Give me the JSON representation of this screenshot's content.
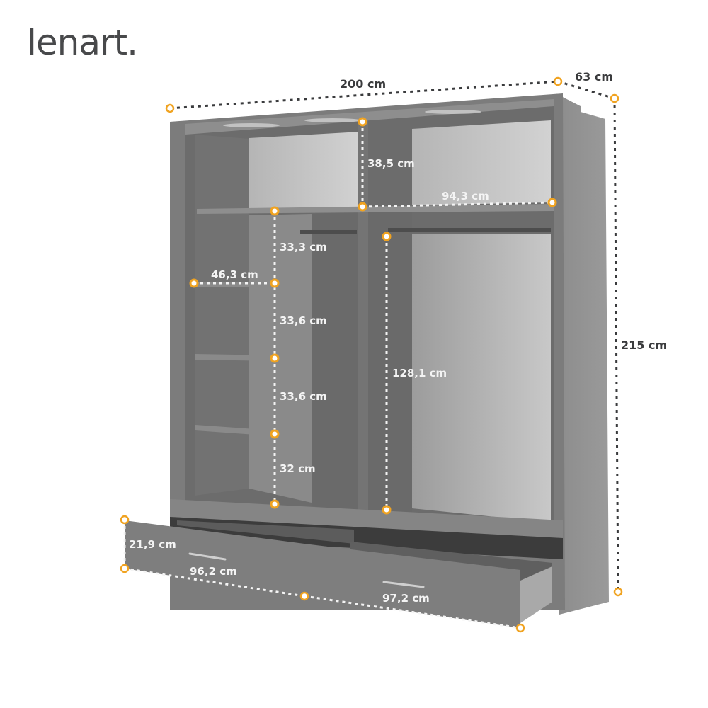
{
  "brand": {
    "logo_text": "lenart."
  },
  "colors": {
    "marker_orange": "#f0a321",
    "frame_gray": "#7a7a7a",
    "interior_dark": "#6e6e6e",
    "back_panel_light": "#bdbdbd",
    "dimension_text_dark": "#3a3b3d",
    "dimension_text_light": "#f4f4f4"
  },
  "product": {
    "type": "wardrobe",
    "component_count": {
      "drawers": 2,
      "shelves_left_column": 4,
      "hanging_rails": 2
    }
  },
  "dimensions": {
    "overall": {
      "width": "200 cm",
      "depth": "63 cm",
      "height": "215 cm"
    },
    "interior": {
      "top_compartment_height": "38,5 cm",
      "right_shelf_width": "94,3 cm",
      "left_shelf_width": "46,3 cm",
      "left_shelf_gap_1": "33,3 cm",
      "left_shelf_gap_2": "33,6 cm",
      "left_shelf_gap_3": "33,6 cm",
      "left_shelf_gap_4": "32 cm",
      "hanging_height": "128,1 cm"
    },
    "drawers": {
      "height": "21,9 cm",
      "left_width": "96,2 cm",
      "right_width": "97,2 cm"
    }
  }
}
